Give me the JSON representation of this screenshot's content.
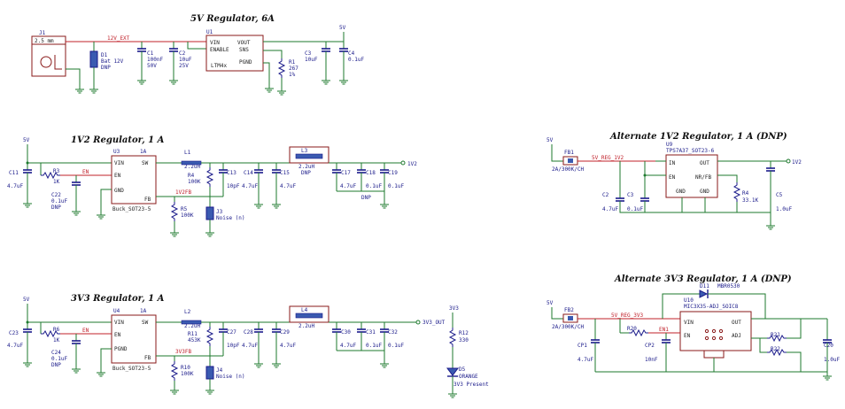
{
  "sections": {
    "reg5v": "5V Regulator, 6A",
    "reg1v2": "1V2 Regulator, 1 A",
    "reg3v3": "3V3 Regulator, 1 A",
    "alt1v2": "Alternate 1V2 Regulator, 1 A (DNP)",
    "alt3v3": "Alternate 3V3 Regulator, 1 A (DNP)"
  },
  "reg5v": {
    "j1": "J1",
    "j1_val": "2.5 mm",
    "net_in": "12V_EXT",
    "d1": "D1",
    "d1_val": "Bat 12V",
    "d1_tol": "DNP",
    "c1": "C1",
    "c1_val": "100nF",
    "c1_v": "50V",
    "c2": "C2",
    "c2_val": "10uF",
    "c2_v": "25V",
    "u1": "U1",
    "u1_p1": "VIN",
    "u1_p2": "ENABLE",
    "u1_p3": "VOUT",
    "u1_p4": "PGND",
    "u1_p5": "SNS",
    "u1_part": "LTM4x",
    "r1": "R1",
    "r1_val": "267",
    "r1_tol": "1%",
    "c3": "C3",
    "c3_val": "10uF",
    "c4": "C4",
    "c4_val": "0.1uF",
    "net_out": "5V"
  },
  "reg1v2": {
    "in_net": "5V",
    "c11": "C11",
    "c11_val": "4.7uF",
    "r3": "R3",
    "r3_val": "1K",
    "net_en": "EN",
    "c22": "C22",
    "c22_val": "0.1uF",
    "c22_dnp": "DNP",
    "u3": "U3",
    "u3_vin": "VIN",
    "u3_sw": "SW",
    "u3_en": "EN",
    "u3_gnd": "GND",
    "u3_fb": "FB",
    "u3_part": "Buck_SOT23-5",
    "l1": "L1",
    "l1_val": "2.2uH",
    "r4": "R4",
    "r4_val": "100K",
    "net_fb": "1V2FB",
    "r5": "R5",
    "r5_val": "100K",
    "c13": "C13",
    "c13_val": "10pF",
    "c14": "C14",
    "c14_val": "4.7uF",
    "c15": "C15",
    "c15_val": "4.7uF",
    "l3": "L3",
    "l3_val": "2.2uH",
    "l3_dnp": "DNP",
    "c17": "C17",
    "c18": "C18",
    "c19": "C19",
    "c17_val": "4.7uF",
    "c18_val": "0.1uF",
    "c19_val": "0.1uF",
    "dnp": "DNP",
    "j3": "J3",
    "j3_val": "Noise (n)",
    "out_net": "1V2"
  },
  "reg3v3": {
    "in_net": "5V",
    "c23": "C23",
    "c23_val": "4.7uF",
    "r6": "R6",
    "r6_val": "1K",
    "net_en": "EN",
    "c24": "C24",
    "c24_val": "0.1uF",
    "c24_dnp": "DNP",
    "u4": "U4",
    "u4_vin": "VIN",
    "u4_sw": "SW",
    "u4_en": "EN",
    "u4_gnd": "PGND",
    "u4_fb": "FB",
    "u4_part": "Buck_SOT23-5",
    "l2": "L2",
    "l2_val": "2.2uH",
    "r11": "R11",
    "r11_val": "453K",
    "net_fb": "3V3FB",
    "r10": "R10",
    "r10_val": "100K",
    "c27": "C27",
    "c27_val": "10pF",
    "c28": "C28",
    "c28_val": "4.7uF",
    "c29": "C29",
    "c29_val": "4.7uF",
    "l4": "L4",
    "l4_val": "2.2uH",
    "c30": "C30",
    "c31": "C31",
    "c32": "C32",
    "c30_val": "4.7uF",
    "c31_val": "0.1uF",
    "c32_val": "0.1uF",
    "j4": "J4",
    "j4_val": "Noise (n)",
    "out_net": "3V3_OUT",
    "r12": "R12",
    "r12_val": "330",
    "led": "D5",
    "led_color": "ORANGE",
    "led_label": "3V3 Present",
    "led_net": "3V3"
  },
  "alt1v2": {
    "in_net": "5V",
    "fb1": "FB1",
    "fb1_val": "2A/300K/CH",
    "net": "5V_REG_1V2",
    "u3": "U9",
    "u3_part": "TPS7A37_SOT23-6",
    "u3_in": "IN",
    "u3_out": "OUT",
    "u3_en": "EN",
    "u3_nr": "NR/FB",
    "u3_gnd": "GND",
    "u3_gnd2": "GND",
    "c2": "C2",
    "c2_val": "4.7uF",
    "c3": "C3",
    "c3_val": "0.1uF",
    "r4": "R4",
    "r4_val": "33.1K",
    "c5": "C5",
    "c5_val": "1.0uF",
    "out_net": "1V2"
  },
  "alt3v3": {
    "in_net": "5V",
    "fb2": "FB2",
    "fb2_val": "2A/300K/CH",
    "net": "5V_REG_3V3",
    "d": "D11",
    "d_val": "MBR0530",
    "u": "U10",
    "u_part": "MIC3X35-ADJ_SOIC8",
    "r_en": "R20",
    "net_en": "EN1",
    "cp1": "CP1",
    "cp1_val": "4.7uF",
    "cp2": "CP2",
    "cp2_val": "10nF",
    "r21": "R21",
    "r22": "R22",
    "c20": "C20",
    "c20_val": "1.0uF",
    "u_vin": "VIN",
    "u_out": "OUT",
    "u_en": "EN",
    "u_pad": "ADJ"
  }
}
